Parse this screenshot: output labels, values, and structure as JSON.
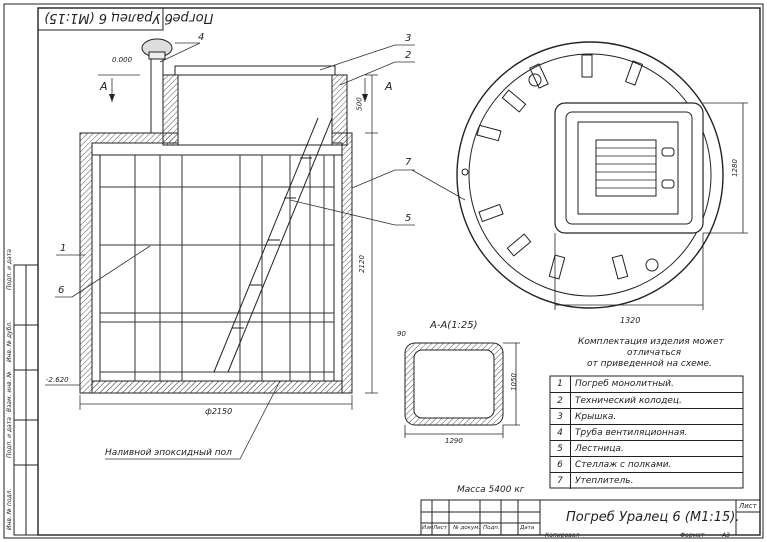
{
  "stamp_rotated": "Погреб Уралец 6 (М1:15)",
  "callouts": [
    "1",
    "2",
    "3",
    "4",
    "5",
    "6",
    "7"
  ],
  "elevations": {
    "top": "0.000",
    "bottom": "-2.620"
  },
  "dims": {
    "depth_top": "500",
    "depth_main": "2120",
    "width_main": "1320",
    "height_main": "1050",
    "section_w": "1290",
    "diameter": "ф2150",
    "circle_w": "1320",
    "hatch_dim": "1280",
    "section_small": "90"
  },
  "section_label": "A",
  "section_title": "А-А(1:25)",
  "floor_note": "Наливной эпоксидный пол",
  "mass_note": "Масса 5400 кг",
  "completeness_note": [
    "Комплектация изделия может",
    "отличаться",
    "от приведенной на схеме."
  ],
  "parts": [
    {
      "n": "1",
      "d": "Погреб монолитный."
    },
    {
      "n": "2",
      "d": "Технический колодец."
    },
    {
      "n": "3",
      "d": "Крышка."
    },
    {
      "n": "4",
      "d": "Труба вентиляционная."
    },
    {
      "n": "5",
      "d": "Лестница."
    },
    {
      "n": "6",
      "d": "Стеллаж с полками."
    },
    {
      "n": "7",
      "d": "Утеплитель."
    }
  ],
  "title_block": {
    "name": "Погреб Уралец 6 (М1:15).",
    "sheet": "Лист",
    "cols": [
      "Изм",
      "Лист",
      "№ докум.",
      "Подп.",
      "Дата"
    ],
    "copied": "Копировал",
    "format": "Формат",
    "format_value": "А3"
  },
  "side_strip": [
    "Подп. и дата",
    "Инв. № дубл.",
    "Взам. инв. №",
    "Подп. и дата",
    "Инв. № подл."
  ]
}
